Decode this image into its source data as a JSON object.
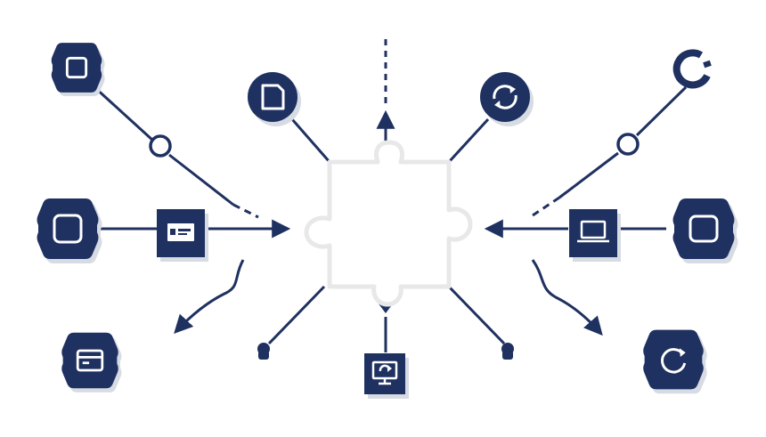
{
  "theme": {
    "primary": "#1f3160",
    "shadow": "#d7dbe3",
    "puzzle_outline": "#e8e8e8",
    "background": "#ffffff"
  },
  "center": {
    "kind": "puzzle-piece"
  },
  "nodes": [
    {
      "id": "top-left",
      "shape": "gear-hex",
      "icon": "square-icon"
    },
    {
      "id": "top-inner-left",
      "shape": "circle",
      "icon": "document-icon"
    },
    {
      "id": "top-center",
      "shape": "arrow-up",
      "icon": "arrow-up-icon"
    },
    {
      "id": "top-inner-right",
      "shape": "circle",
      "icon": "refresh-icon"
    },
    {
      "id": "top-right",
      "shape": "open-ring",
      "icon": "ring-icon"
    },
    {
      "id": "mid-left",
      "shape": "gear-hex",
      "icon": "square-icon"
    },
    {
      "id": "mid-left-box",
      "shape": "square",
      "icon": "id-card-icon"
    },
    {
      "id": "mid-right-box",
      "shape": "square",
      "icon": "laptop-icon"
    },
    {
      "id": "mid-right",
      "shape": "gear-hex",
      "icon": "square-icon"
    },
    {
      "id": "bottom-left",
      "shape": "gear-hex",
      "icon": "browser-window-icon"
    },
    {
      "id": "bottom-center",
      "shape": "square",
      "icon": "monitor-refresh-icon"
    },
    {
      "id": "bottom-right",
      "shape": "gear-hex",
      "icon": "refresh-icon"
    }
  ]
}
